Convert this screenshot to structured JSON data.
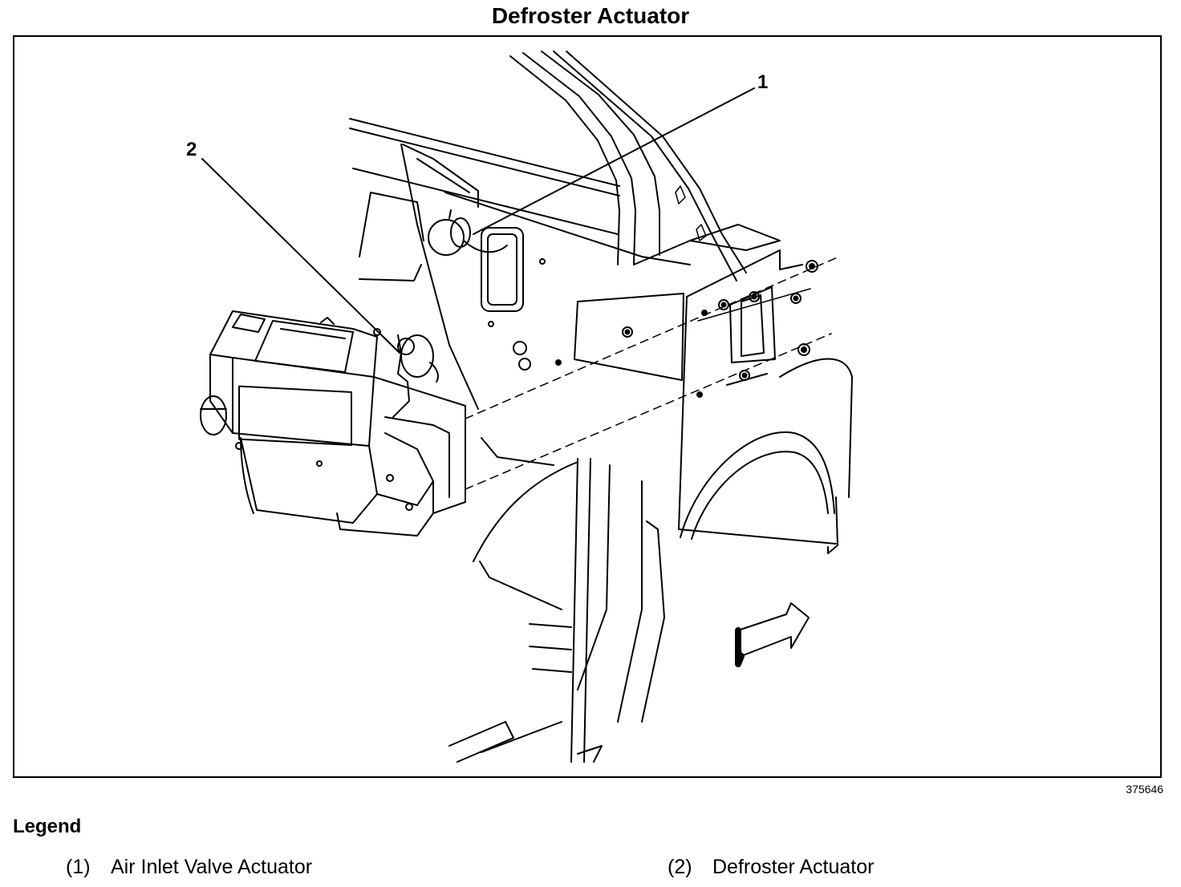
{
  "title": "Defroster Actuator",
  "figure_number": "375646",
  "callouts": [
    "1",
    "2"
  ],
  "legend": {
    "heading": "Legend",
    "items": [
      {
        "number": "(1)",
        "label": "Air Inlet Valve Actuator"
      },
      {
        "number": "(2)",
        "label": "Defroster Actuator"
      }
    ]
  }
}
